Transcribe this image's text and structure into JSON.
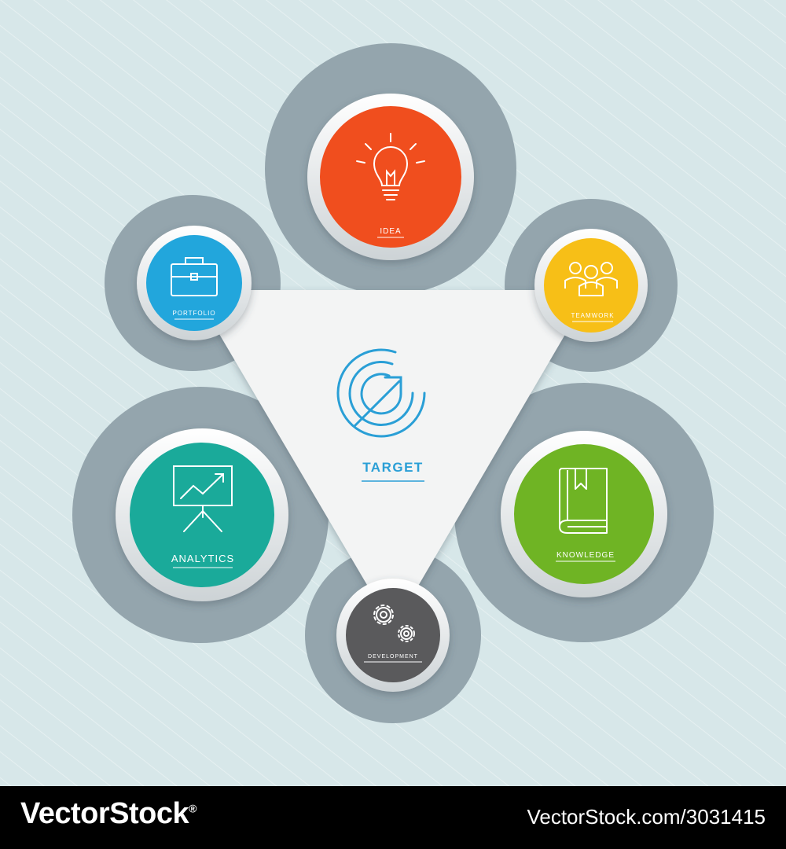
{
  "center": {
    "label": "TARGET",
    "icon": "target-arrow-icon",
    "color": "#2a9fd6"
  },
  "nodes": {
    "idea": {
      "label": "IDEA",
      "icon": "lightbulb-icon",
      "color": "#f04e1e"
    },
    "portfolio": {
      "label": "PORTFOLIO",
      "icon": "briefcase-icon",
      "color": "#22a6dc"
    },
    "teamwork": {
      "label": "TEAMWORK",
      "icon": "people-icon",
      "color": "#f7bf17"
    },
    "analytics": {
      "label": "ANALYTICS",
      "icon": "presentation-chart-icon",
      "color": "#1aaa9a"
    },
    "knowledge": {
      "label": "KNOWLEDGE",
      "icon": "book-icon",
      "color": "#6fb424"
    },
    "development": {
      "label": "DEVELOPMENT",
      "icon": "gears-icon",
      "color": "#5a5a5c"
    }
  },
  "colors": {
    "background": "#d9e8ea",
    "halo": "#94a5ad",
    "triangle": "#f3f4f4"
  },
  "footer": {
    "brand": "VectorStock",
    "registered": "®",
    "image_id": "VectorStock.com/3031415"
  }
}
